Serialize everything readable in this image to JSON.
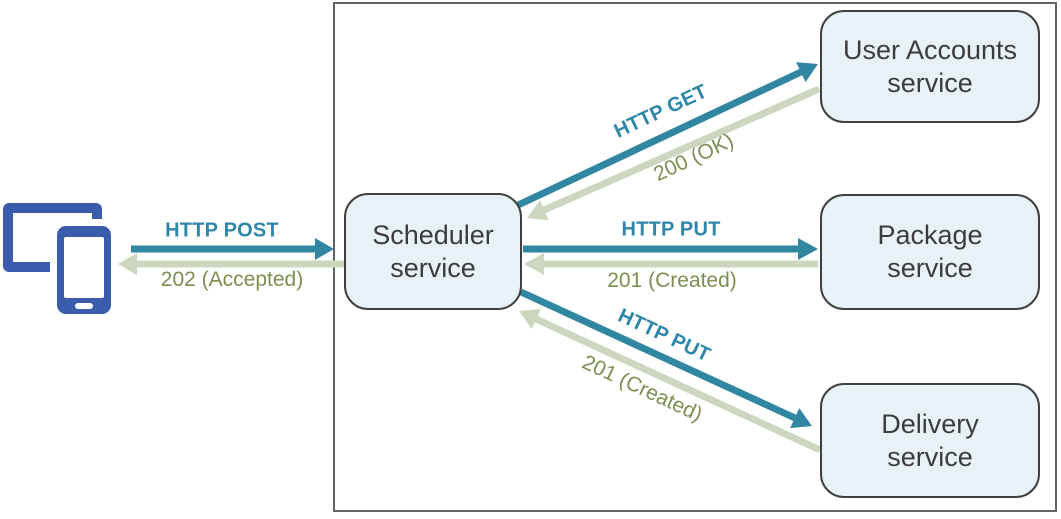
{
  "colors": {
    "request_arrow": "#3186A2",
    "request_text": "#2E86A8",
    "response_arrow": "#CDD7BF",
    "response_text": "#7C8E52",
    "node_fill": "#E8F1F6",
    "node_border": "#404040",
    "boundary_border": "#636466",
    "client_icon_blue": "#3B5CAD"
  },
  "nodes": {
    "scheduler": {
      "line1": "Scheduler",
      "line2": "service"
    },
    "user_accounts": {
      "line1": "User Accounts",
      "line2": "service"
    },
    "package": {
      "line1": "Package",
      "line2": "service"
    },
    "delivery": {
      "line1": "Delivery",
      "line2": "service"
    }
  },
  "messages": {
    "client_request": "HTTP POST",
    "client_response": "202 (Accepted)",
    "user_accounts_request": "HTTP GET",
    "user_accounts_response": "200 (OK)",
    "package_request": "HTTP PUT",
    "package_response": "201 (Created)",
    "delivery_request": "HTTP PUT",
    "delivery_response": "201 (Created)"
  }
}
